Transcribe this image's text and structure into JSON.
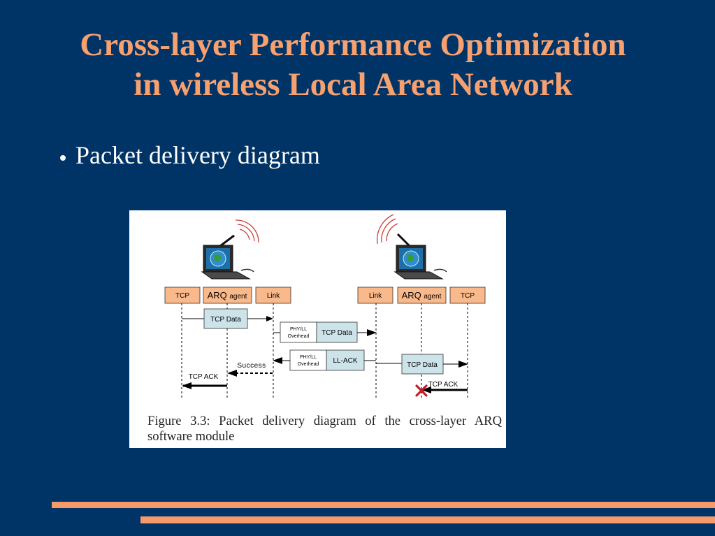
{
  "slide": {
    "title_line1": "Cross-layer Performance Optimization",
    "title_line2": "in wireless Local Area Network",
    "bullet": "Packet delivery diagram"
  },
  "figure": {
    "caption": "Figure 3.3: Packet delivery diagram of the cross-layer ARQ software module",
    "left_stack": {
      "tcp": "TCP",
      "arq": "ARQ",
      "agent": "agent",
      "link": "Link"
    },
    "right_stack": {
      "link": "Link",
      "arq": "ARQ",
      "agent": "agent",
      "tcp": "TCP"
    },
    "messages": {
      "tcp_data_1": "TCP Data",
      "phy_overhead_1_line1": "PHY/LL",
      "phy_overhead_1_line2": "Overhead",
      "tcp_data_2": "TCP Data",
      "phy_overhead_2_line1": "PHY/LL",
      "phy_overhead_2_line2": "Overhead",
      "ll_ack": "LL-ACK",
      "tcp_data_3": "TCP Data",
      "success": "Success",
      "tcp_ack_left": "TCP ACK",
      "tcp_ack_right": "TCP ACK"
    }
  },
  "colors": {
    "background": "#003366",
    "title": "#f7a070",
    "accent_bar": "#f79a6a",
    "stack_box": "#f9b98a",
    "data_box": "#cde3ea",
    "drop_mark": "#c0202a"
  }
}
